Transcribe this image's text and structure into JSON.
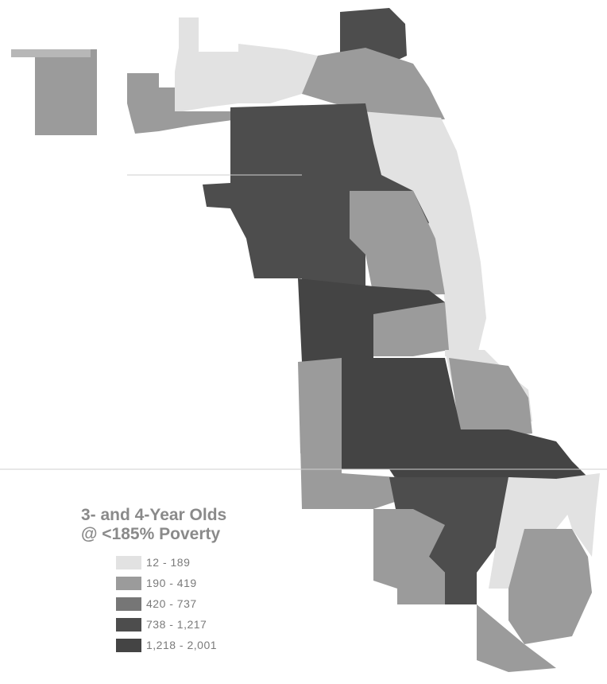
{
  "legend": {
    "title_line1": "3- and 4-Year Olds",
    "title_line2": "@ <185% Poverty",
    "classes": [
      {
        "label": "12 - 189",
        "color": "#e2e2e2"
      },
      {
        "label": "190 - 419",
        "color": "#9b9b9b"
      },
      {
        "label": "420 - 737",
        "color": "#767676"
      },
      {
        "label": "738 - 1,217",
        "color": "#4d4d4d"
      },
      {
        "label": "1,218 - 2,001",
        "color": "#444444"
      }
    ]
  }
}
